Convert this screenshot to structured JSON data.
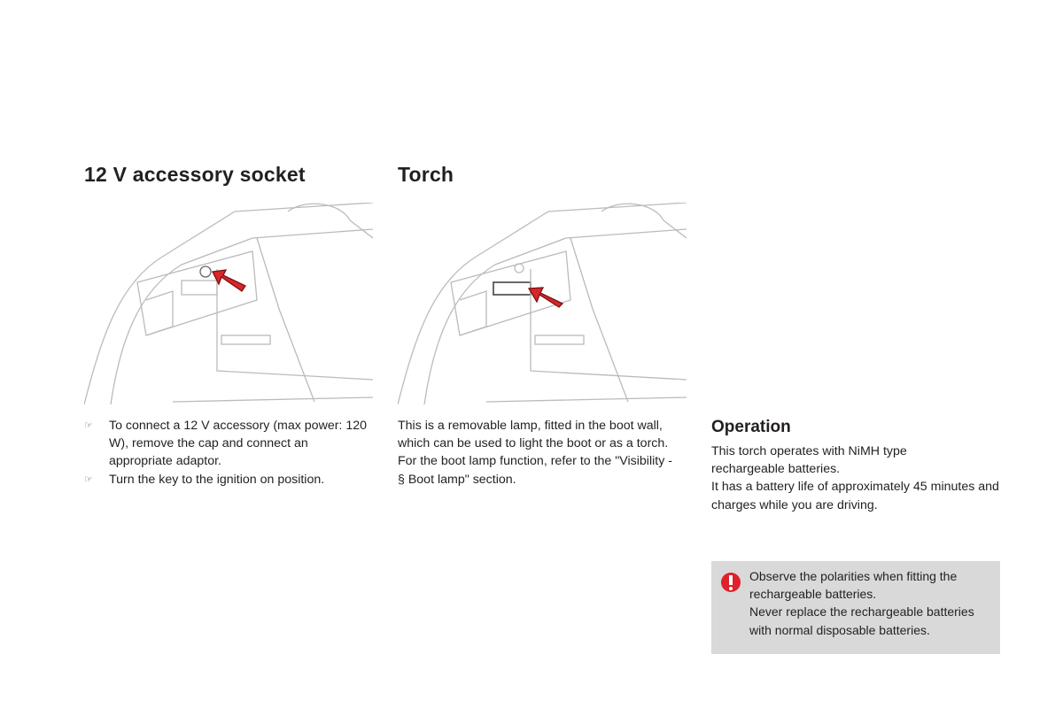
{
  "sections": {
    "socket": {
      "title": "12 V accessory socket",
      "bullets": [
        "To connect a 12 V accessory (max power: 120 W), remove the cap and connect an appropriate adaptor.",
        "Turn the key to the ignition on position."
      ]
    },
    "torch": {
      "title": "Torch",
      "paragraphs": [
        "This is a removable lamp, fitted in the boot wall, which can be used to light the boot or as a torch.",
        "For the boot lamp function, refer to the \"Visibility - § Boot lamp\" section."
      ]
    },
    "operation": {
      "title": "Operation",
      "paragraphs": [
        "This torch operates with NiMH type rechargeable batteries.",
        "It has a battery life of approximately 45 minutes and charges while you are driving."
      ]
    },
    "warning": {
      "lines": [
        "Observe the polarities when fitting the rechargeable batteries.",
        "Never replace the rechargeable batteries with normal disposable batteries."
      ],
      "icon": "warning-exclamation-icon",
      "color": "#e0202a"
    }
  },
  "colors": {
    "arrow": "#d9262b",
    "note_bg": "#d9d9d9"
  }
}
